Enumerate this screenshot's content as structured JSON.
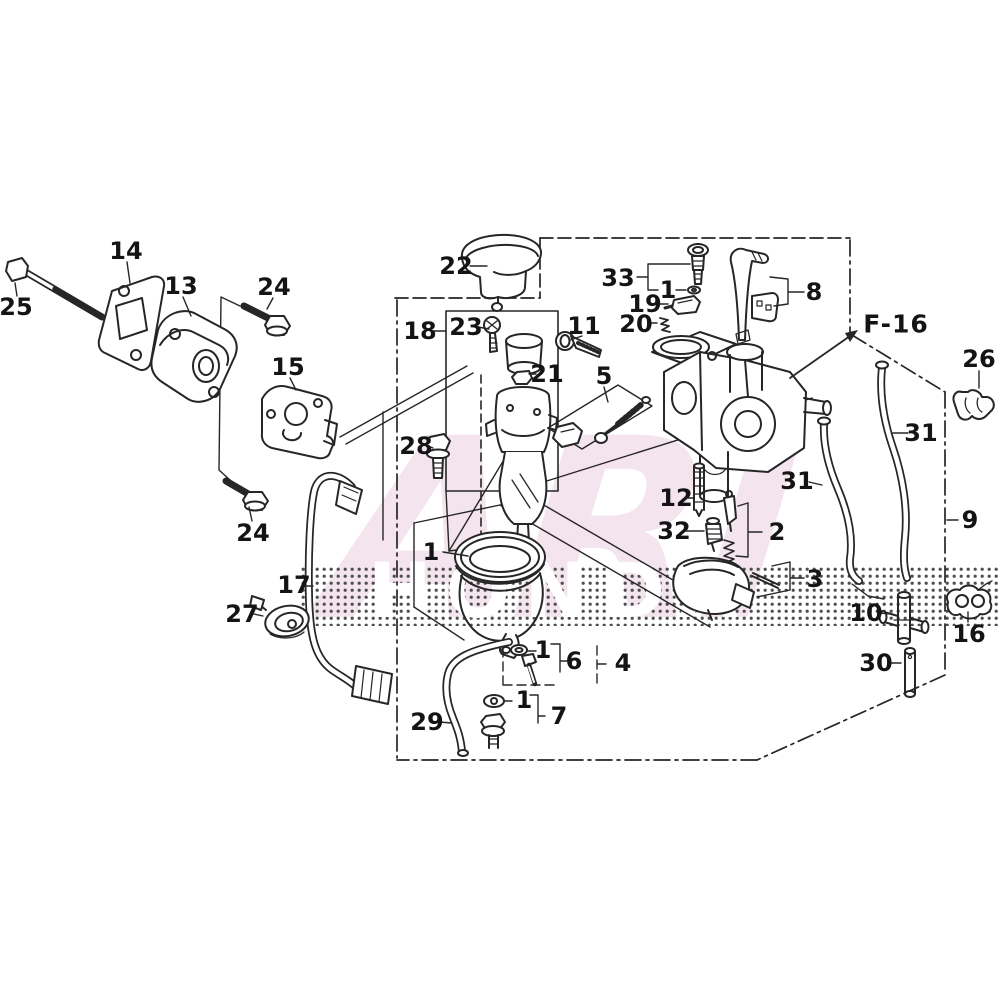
{
  "figure": {
    "reference": "F-16",
    "watermark": {
      "overlay": "ARI",
      "band": "HONDA"
    },
    "colors": {
      "line": "#262626",
      "label": "#141414",
      "watermark_pink": "#f3e4ee",
      "halftone_dot": "#4d4d4d",
      "background": "#ffffff"
    }
  },
  "labels": [
    "25",
    "14",
    "13",
    "24",
    "15",
    "24",
    "22",
    "33",
    "1",
    "19",
    "20",
    "8",
    "18",
    "23",
    "11",
    "21",
    "5",
    "28",
    "12",
    "32",
    "2",
    "1",
    "3",
    "31",
    "31",
    "26",
    "9",
    "17",
    "27",
    "10",
    "16",
    "30",
    "1",
    "6",
    "4",
    "1",
    "7",
    "29",
    "F-16"
  ]
}
